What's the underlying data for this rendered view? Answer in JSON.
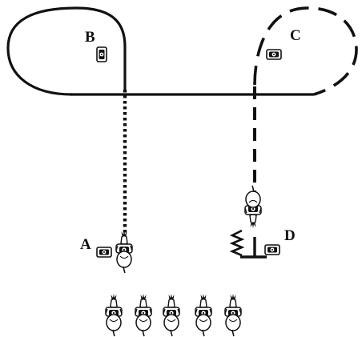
{
  "labels": {
    "a": "A",
    "b": "B",
    "c": "C",
    "d": "D"
  },
  "icons": {
    "cone": "camera-cone-icon",
    "horse": "horse-and-rider-icon",
    "zigzag": "zigzag-spring-icon"
  },
  "colors": {
    "ink": "#111111",
    "background": "#ffffff"
  },
  "waiting_riders": 5
}
